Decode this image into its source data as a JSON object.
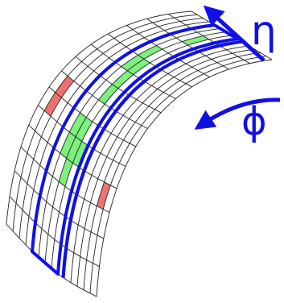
{
  "labels": {
    "eta": "η",
    "phi": "ϕ"
  },
  "colors": {
    "grid": "#222222",
    "grid_fill": "#ffffff",
    "outline": "#1010e6",
    "arrow": "#1010e6",
    "label": "#1010e6",
    "hit_green": "#7ef07e",
    "hit_red": "#f07070"
  },
  "grid": {
    "eta_cells": 14,
    "phi_cells": 14
  },
  "highlight_band": {
    "phi_range": [
      4,
      8
    ],
    "eta_range": [
      0,
      14
    ]
  },
  "hits": {
    "green": [
      [
        6,
        3
      ],
      [
        6,
        4
      ],
      [
        5,
        4
      ],
      [
        7,
        4
      ],
      [
        6,
        5
      ],
      [
        5,
        5
      ],
      [
        6,
        7
      ],
      [
        6,
        8
      ],
      [
        5,
        9
      ],
      [
        6,
        9
      ],
      [
        5,
        10
      ],
      [
        6,
        12
      ]
    ],
    "red": [
      [
        1,
        5
      ],
      [
        1,
        6
      ],
      [
        12,
        3
      ]
    ]
  }
}
